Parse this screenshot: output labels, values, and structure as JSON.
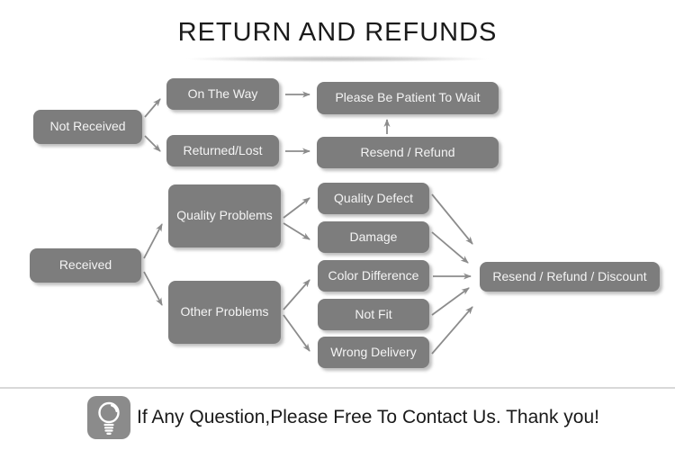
{
  "title": "RETURN AND REFUNDS",
  "nodes": {
    "not_received": "Not Received",
    "on_the_way": "On The Way",
    "returned_lost": "Returned/Lost",
    "please_wait": "Please Be Patient To Wait",
    "resend_refund": "Resend / Refund",
    "received": "Received",
    "quality_problems": "Quality Problems",
    "other_problems": "Other Problems",
    "quality_defect": "Quality Defect",
    "damage": "Damage",
    "color_difference": "Color Difference",
    "not_fit": "Not Fit",
    "wrong_delivery": "Wrong Delivery",
    "resend_refund_discount": "Resend / Refund / Discount"
  },
  "edges": [
    {
      "from": "Not Received",
      "to": "On The Way"
    },
    {
      "from": "Not Received",
      "to": "Returned/Lost"
    },
    {
      "from": "On The Way",
      "to": "Please Be Patient To Wait"
    },
    {
      "from": "Returned/Lost",
      "to": "Resend / Refund"
    },
    {
      "from": "Resend / Refund",
      "to": "Please Be Patient To Wait"
    },
    {
      "from": "Received",
      "to": "Quality Problems"
    },
    {
      "from": "Received",
      "to": "Other Problems"
    },
    {
      "from": "Quality Problems",
      "to": "Quality Defect"
    },
    {
      "from": "Quality Problems",
      "to": "Damage"
    },
    {
      "from": "Other Problems",
      "to": "Color Difference"
    },
    {
      "from": "Other Problems",
      "to": "Wrong Delivery"
    },
    {
      "from": "Quality Defect",
      "to": "Resend / Refund / Discount"
    },
    {
      "from": "Damage",
      "to": "Resend / Refund / Discount"
    },
    {
      "from": "Color Difference",
      "to": "Resend / Refund / Discount"
    },
    {
      "from": "Not Fit",
      "to": "Resend / Refund / Discount"
    },
    {
      "from": "Wrong Delivery",
      "to": "Resend / Refund / Discount"
    }
  ],
  "footer": {
    "note": "If Any Question,Please Free To Contact Us. Thank you!",
    "icon": "lightbulb-icon"
  },
  "colors": {
    "node_bg": "#7d7d7d",
    "node_text": "#f4f4f4",
    "arrow": "#8c8c8c",
    "title_text": "#1b1b1b",
    "divider": "#d8d8d8",
    "icon_bg": "#8b8b8b"
  }
}
